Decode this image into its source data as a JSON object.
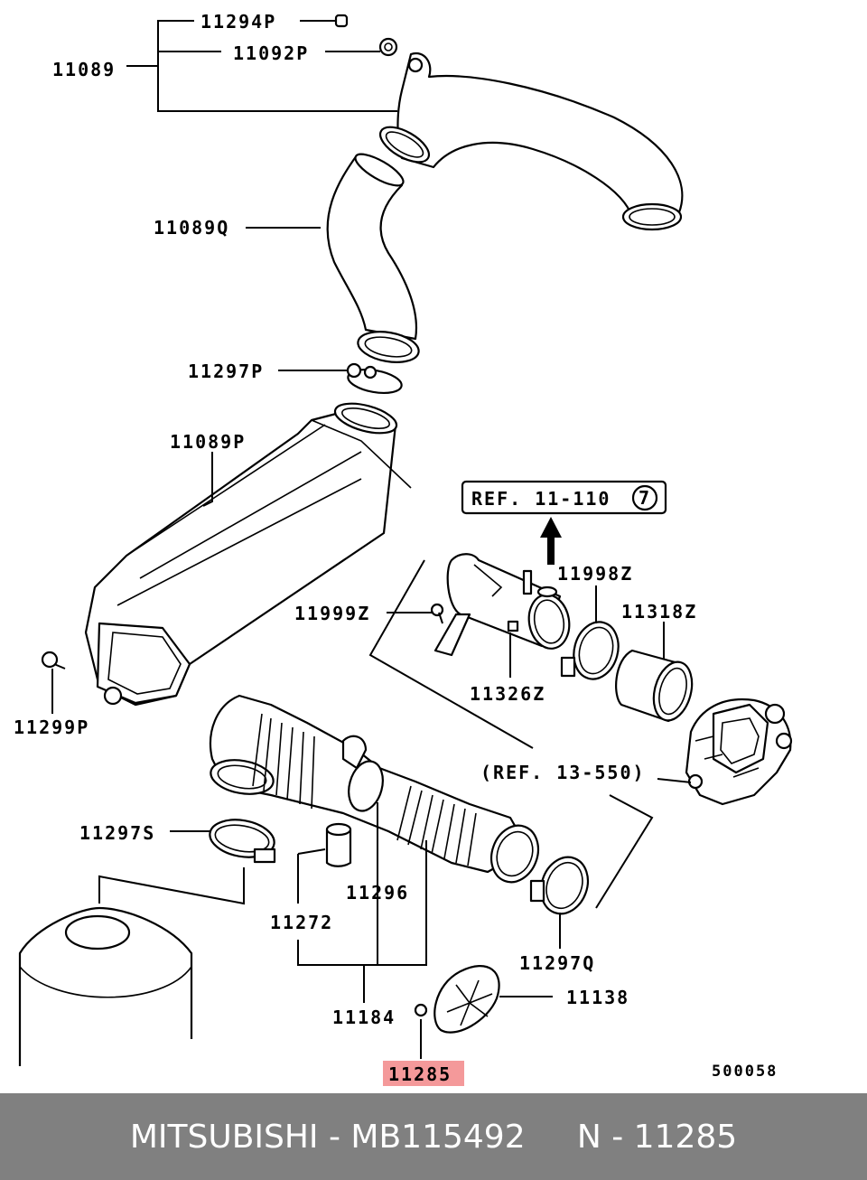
{
  "diagram": {
    "labels": {
      "p11294P": "11294P",
      "p11092P": "11092P",
      "p11089": "11089",
      "p11089Q": "11089Q",
      "p11297P": "11297P",
      "p11089P": "11089P",
      "ref11110": "REF. 11-110",
      "ref11110_circle": "7",
      "p11998Z": "11998Z",
      "p11318Z": "11318Z",
      "p11999Z": "11999Z",
      "p11326Z": "11326Z",
      "p11299P": "11299P",
      "ref13550": "(REF. 13-550)",
      "p11297S": "11297S",
      "p11296": "11296",
      "p11272": "11272",
      "p11297Q": "11297Q",
      "p11184": "11184",
      "p11138": "11138",
      "p11285": "11285",
      "code": "500058"
    },
    "highlight_color": "#f4999a"
  },
  "footer": {
    "text": "MITSUBISHI - MB115492     N - 11285",
    "background": "#808080"
  }
}
